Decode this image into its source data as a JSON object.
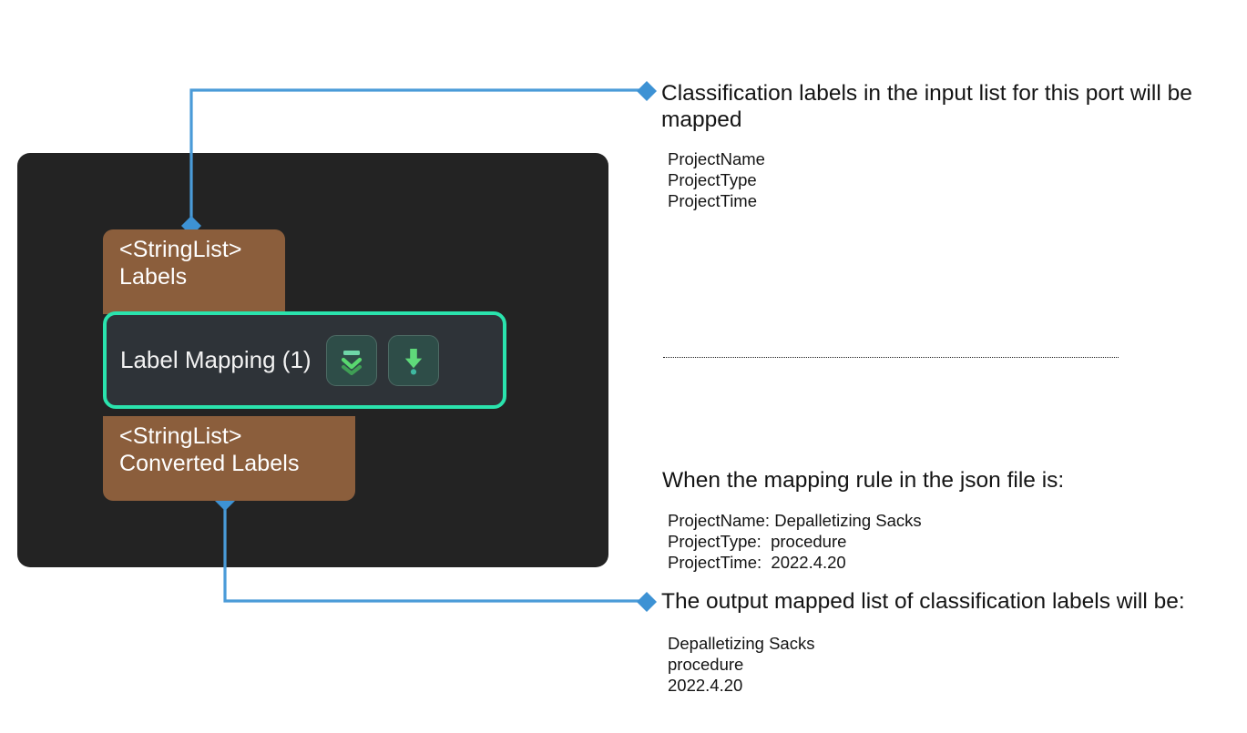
{
  "colors": {
    "canvas_background": "#232323",
    "node_body": "#2e3338",
    "node_border_accent": "#2ae3ad",
    "port_background": "#8b5e3c",
    "connector_line": "#4a9bd8",
    "icon_green": "#5fd97a",
    "tool_button_background": "#2e4d48",
    "page_background": "#ffffff",
    "text_dark": "#141414",
    "text_light": "#ffffff"
  },
  "canvas": {
    "node": {
      "title": "Label Mapping (1)",
      "input_port": {
        "type": "<StringList>",
        "name": "Labels"
      },
      "output_port": {
        "type": "<StringList>",
        "name": "Converted Labels"
      },
      "tools": [
        {
          "icon": "collapse-all-icon",
          "label": "Collapse"
        },
        {
          "icon": "download-arrow-icon",
          "label": "Import"
        }
      ]
    }
  },
  "annotations": {
    "input": {
      "heading": "Classification labels in the input list for this port will be mapped",
      "items": [
        "ProjectName",
        "ProjectType",
        "ProjectTime"
      ]
    },
    "rule": {
      "heading": "When the mapping rule in the json file is:",
      "items": [
        "ProjectName: Depalletizing Sacks",
        "ProjectType:  procedure",
        "ProjectTime:  2022.4.20"
      ]
    },
    "output": {
      "heading": "The output mapped list of classification labels will be:",
      "items": [
        "Depalletizing Sacks",
        "procedure",
        "2022.4.20"
      ]
    }
  }
}
